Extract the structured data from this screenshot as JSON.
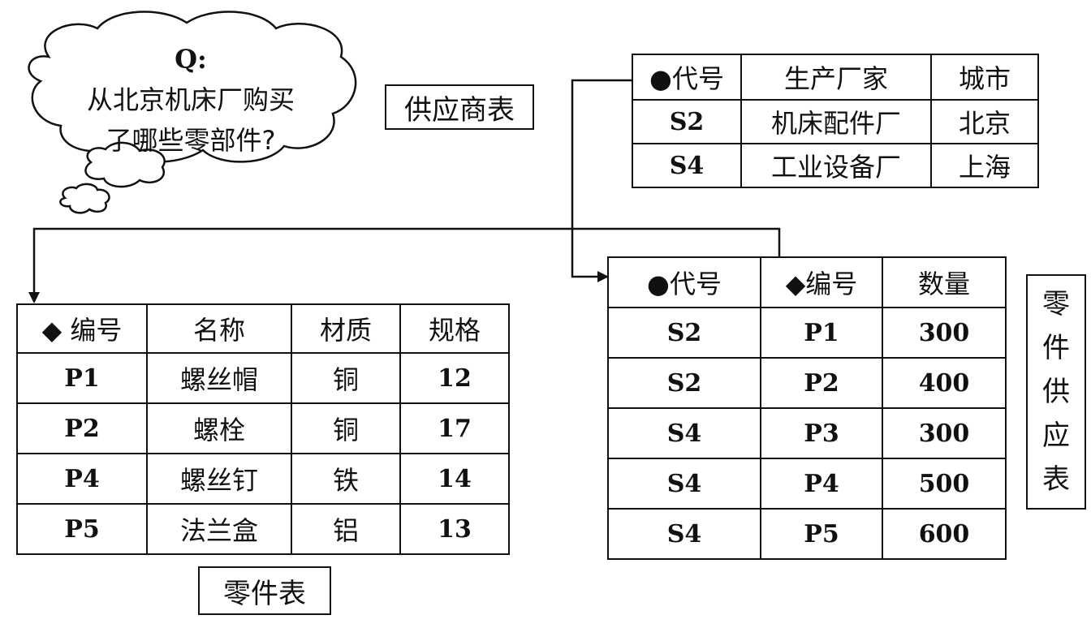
{
  "question": {
    "line1_prefix": "Q:",
    "line1": "从北京机床厂购买",
    "line2": "了哪些零部件?"
  },
  "supplier_table": {
    "caption": "供应商表",
    "headers": [
      "●代号",
      "生产厂家",
      "城市"
    ],
    "rows": [
      [
        "S2",
        "机床配件厂",
        "北京"
      ],
      [
        "S4",
        "工业设备厂",
        "上海"
      ]
    ]
  },
  "parts_table": {
    "caption": "零件表",
    "headers": [
      "◆ 编号",
      "名称",
      "材质",
      "规格"
    ],
    "rows": [
      [
        "P1",
        "螺丝帽",
        "铜",
        "12"
      ],
      [
        "P2",
        "螺栓",
        "铜",
        "17"
      ],
      [
        "P4",
        "螺丝钉",
        "铁",
        "14"
      ],
      [
        "P5",
        "法兰盒",
        "铝",
        "13"
      ]
    ]
  },
  "supply_table": {
    "caption": [
      "零",
      "件",
      "供",
      "应",
      "表"
    ],
    "headers": [
      "●代号",
      "◆编号",
      "数量"
    ],
    "rows": [
      [
        "S2",
        "P1",
        "300"
      ],
      [
        "S2",
        "P2",
        "400"
      ],
      [
        "S4",
        "P3",
        "300"
      ],
      [
        "S4",
        "P4",
        "500"
      ],
      [
        "S4",
        "P5",
        "600"
      ]
    ]
  }
}
